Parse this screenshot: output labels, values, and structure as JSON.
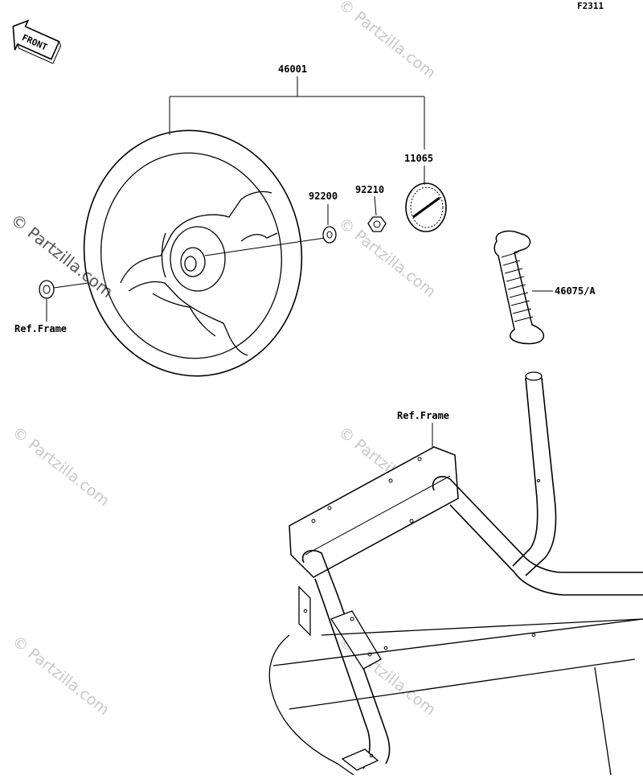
{
  "diagram": {
    "figure_code": "F2311",
    "front_badge": "FRONT",
    "labels": {
      "steering_wheel": "46001",
      "washer": "92200",
      "nut": "92210",
      "emblem": "11065",
      "grip": "46075/A",
      "ref_frame_left": "Ref.Frame",
      "ref_frame_bottom": "Ref.Frame"
    },
    "watermarks": [
      "© Partzilla.com",
      "© Partzilla.com",
      "© Partzilla.com",
      "© Partzilla.com",
      "© Partzilla.com",
      "© Partzilla.com",
      "© Partzilla.com"
    ]
  }
}
